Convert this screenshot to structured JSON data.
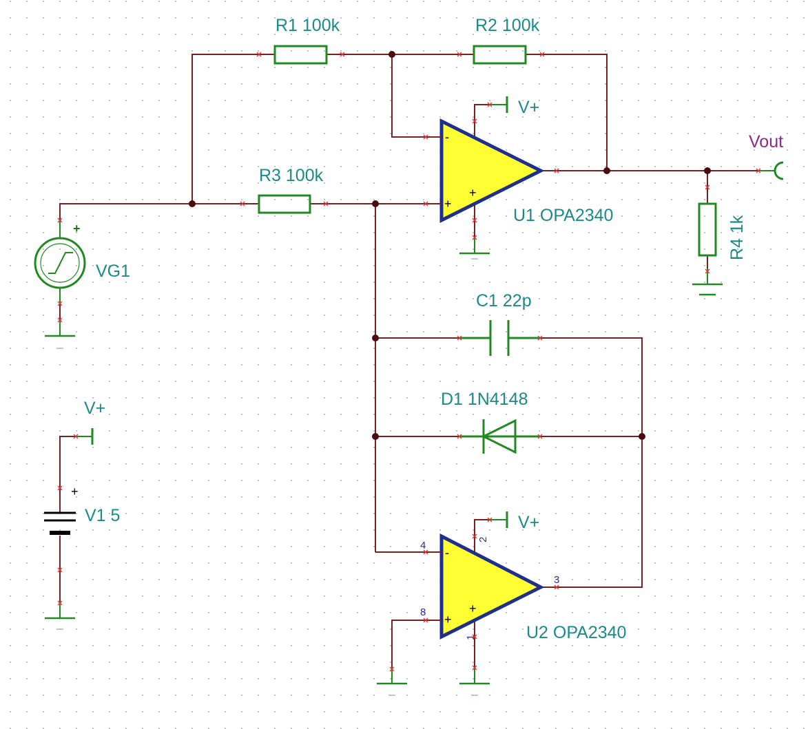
{
  "components": {
    "r1": {
      "label": "R1 100k"
    },
    "r2": {
      "label": "R2 100k"
    },
    "r3": {
      "label": "R3 100k"
    },
    "r4": {
      "label": "R4 1k"
    },
    "c1": {
      "label": "C1 22p"
    },
    "d1": {
      "label": "D1 1N4148"
    },
    "u1": {
      "label": "U1 OPA2340"
    },
    "u2": {
      "label": "U2 OPA2340",
      "pins": {
        "inv": "4",
        "vcc": "2",
        "out": "3",
        "noninv": "8",
        "gnd": "1"
      }
    },
    "vg1": {
      "label": "VG1"
    },
    "v1": {
      "label": "V1 5"
    }
  },
  "nets": {
    "vplus_1": "V+",
    "vplus_2": "V+",
    "vplus_3": "V+",
    "vout": "Vout"
  },
  "symbols": {
    "plus": "+",
    "minus": "-"
  },
  "colors": {
    "wire": "#7a1f1f",
    "component": "#1f8a1f",
    "opamp_fill": "#ffff33",
    "opamp_outline": "#1f2f8f",
    "label": "#1a8a8a",
    "vout_label": "#8a2a8a",
    "junction": "#4a0d0d",
    "pin_marker": "#e03030"
  }
}
